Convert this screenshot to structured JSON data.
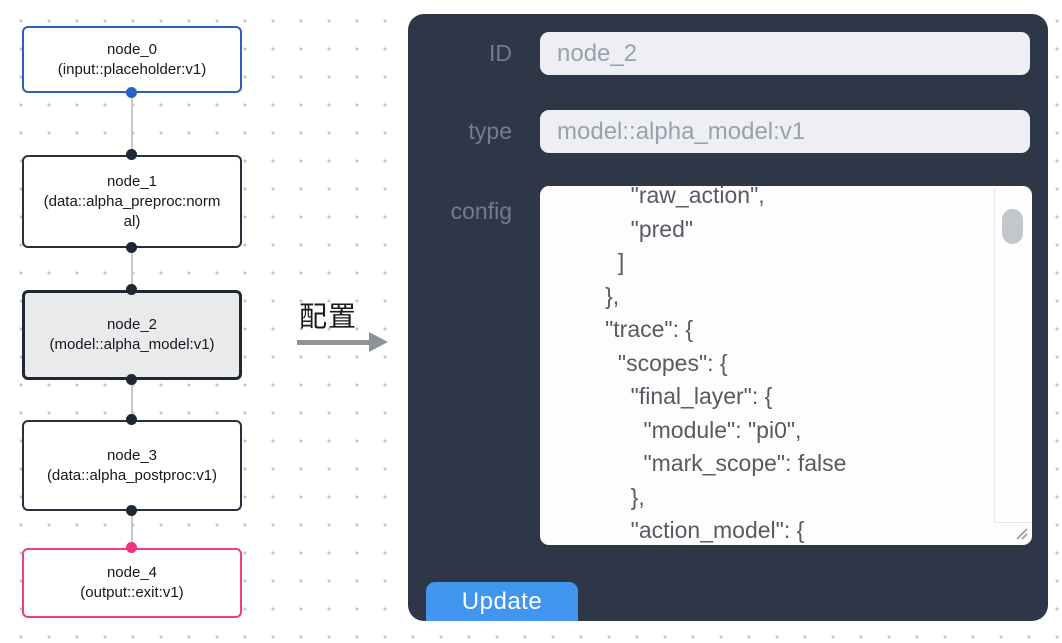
{
  "graph": {
    "nodes": [
      {
        "id": "node_0",
        "type_label": "(input::placeholder:v1)",
        "variant": "input"
      },
      {
        "id": "node_1",
        "type_label": "(data::alpha_preproc:normal)",
        "variant": "default"
      },
      {
        "id": "node_2",
        "type_label": "(model::alpha_model:v1)",
        "variant": "selected"
      },
      {
        "id": "node_3",
        "type_label": "(data::alpha_postproc:v1)",
        "variant": "default"
      },
      {
        "id": "node_4",
        "type_label": "(output::exit:v1)",
        "variant": "output"
      }
    ]
  },
  "transfer": {
    "label": "配置"
  },
  "panel": {
    "id_field": {
      "label": "ID",
      "value": "node_2"
    },
    "type_field": {
      "label": "type",
      "value": "model::alpha_model:v1"
    },
    "config_field": {
      "label": "config",
      "visible_text": "            \"raw_action\",\n            \"pred\"\n          ]\n        },\n        \"trace\": {\n          \"scopes\": {\n            \"final_layer\": {\n              \"module\": \"pi0\",\n              \"mark_scope\": false\n            },\n            \"action_model\": {"
    },
    "update_button": {
      "label": "Update"
    }
  },
  "colors": {
    "panel_bg": "#2d3748",
    "button_bg": "#4296f0",
    "node_input_border": "#2e5fc0",
    "node_output_border": "#ee3d85",
    "node_selected_fill": "#e9eaec",
    "node_default_border": "#27303e"
  }
}
